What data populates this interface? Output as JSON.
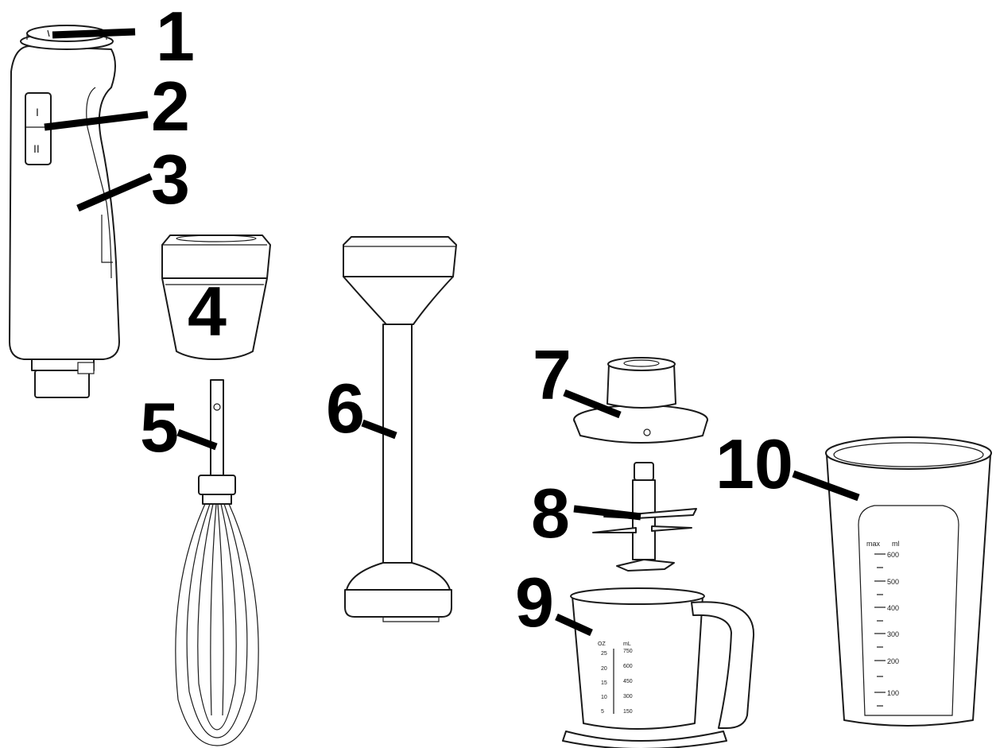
{
  "callouts": [
    {
      "id": "1",
      "label": "1"
    },
    {
      "id": "2",
      "label": "2"
    },
    {
      "id": "3",
      "label": "3"
    },
    {
      "id": "4",
      "label": "4"
    },
    {
      "id": "5",
      "label": "5"
    },
    {
      "id": "6",
      "label": "6"
    },
    {
      "id": "7",
      "label": "7"
    },
    {
      "id": "8",
      "label": "8"
    },
    {
      "id": "9",
      "label": "9"
    },
    {
      "id": "10",
      "label": "10"
    }
  ],
  "buttons": {
    "speed1": "I",
    "speed2": "II"
  },
  "chopper_scale": {
    "left_unit": "OZ",
    "right_unit": "mL",
    "left_marks": [
      "25",
      "20",
      "15",
      "10",
      "5"
    ],
    "right_marks": [
      "750",
      "600",
      "450",
      "300",
      "150"
    ]
  },
  "beaker_scale": {
    "max_label": "max",
    "unit_label": "ml",
    "marks": [
      "600",
      "500",
      "400",
      "300",
      "200",
      "100"
    ]
  }
}
